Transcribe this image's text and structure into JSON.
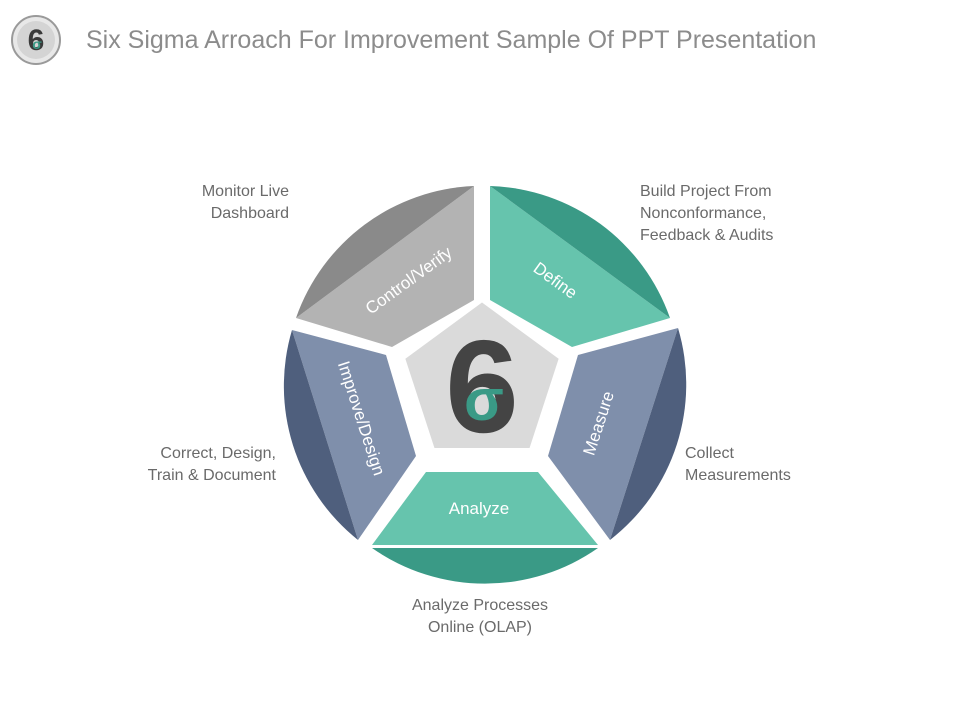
{
  "header": {
    "logo_glyph": "6",
    "title": "Six Sigma Arroach For Improvement Sample Of PPT Presentation"
  },
  "diagram": {
    "center_glyph_six": "6",
    "center_glyph_sigma": "σ",
    "segments": [
      {
        "label": "Define",
        "colors": {
          "light": "#66c4ad",
          "dark": "#3a9a86"
        }
      },
      {
        "label": "Measure",
        "colors": {
          "light": "#7f8fab",
          "dark": "#4f5f7d"
        }
      },
      {
        "label": "Analyze",
        "colors": {
          "light": "#66c4ad",
          "dark": "#3a9a86"
        }
      },
      {
        "label": "Improve/Design",
        "colors": {
          "light": "#7f8fab",
          "dark": "#4f5f7d"
        }
      },
      {
        "label": "Control/Verify",
        "colors": {
          "light": "#b3b3b3",
          "dark": "#8a8a8a"
        }
      }
    ],
    "center_color": "#dadada",
    "annotations": {
      "define": [
        "Build Project From",
        "Nonconformance,",
        "Feedback & Audits"
      ],
      "measure": [
        "Collect",
        "Measurements"
      ],
      "analyze": [
        "Analyze Processes",
        "Online (OLAP)"
      ],
      "improve": [
        "Correct, Design,",
        "Train & Document"
      ],
      "control": [
        "Monitor Live",
        "Dashboard"
      ]
    }
  }
}
